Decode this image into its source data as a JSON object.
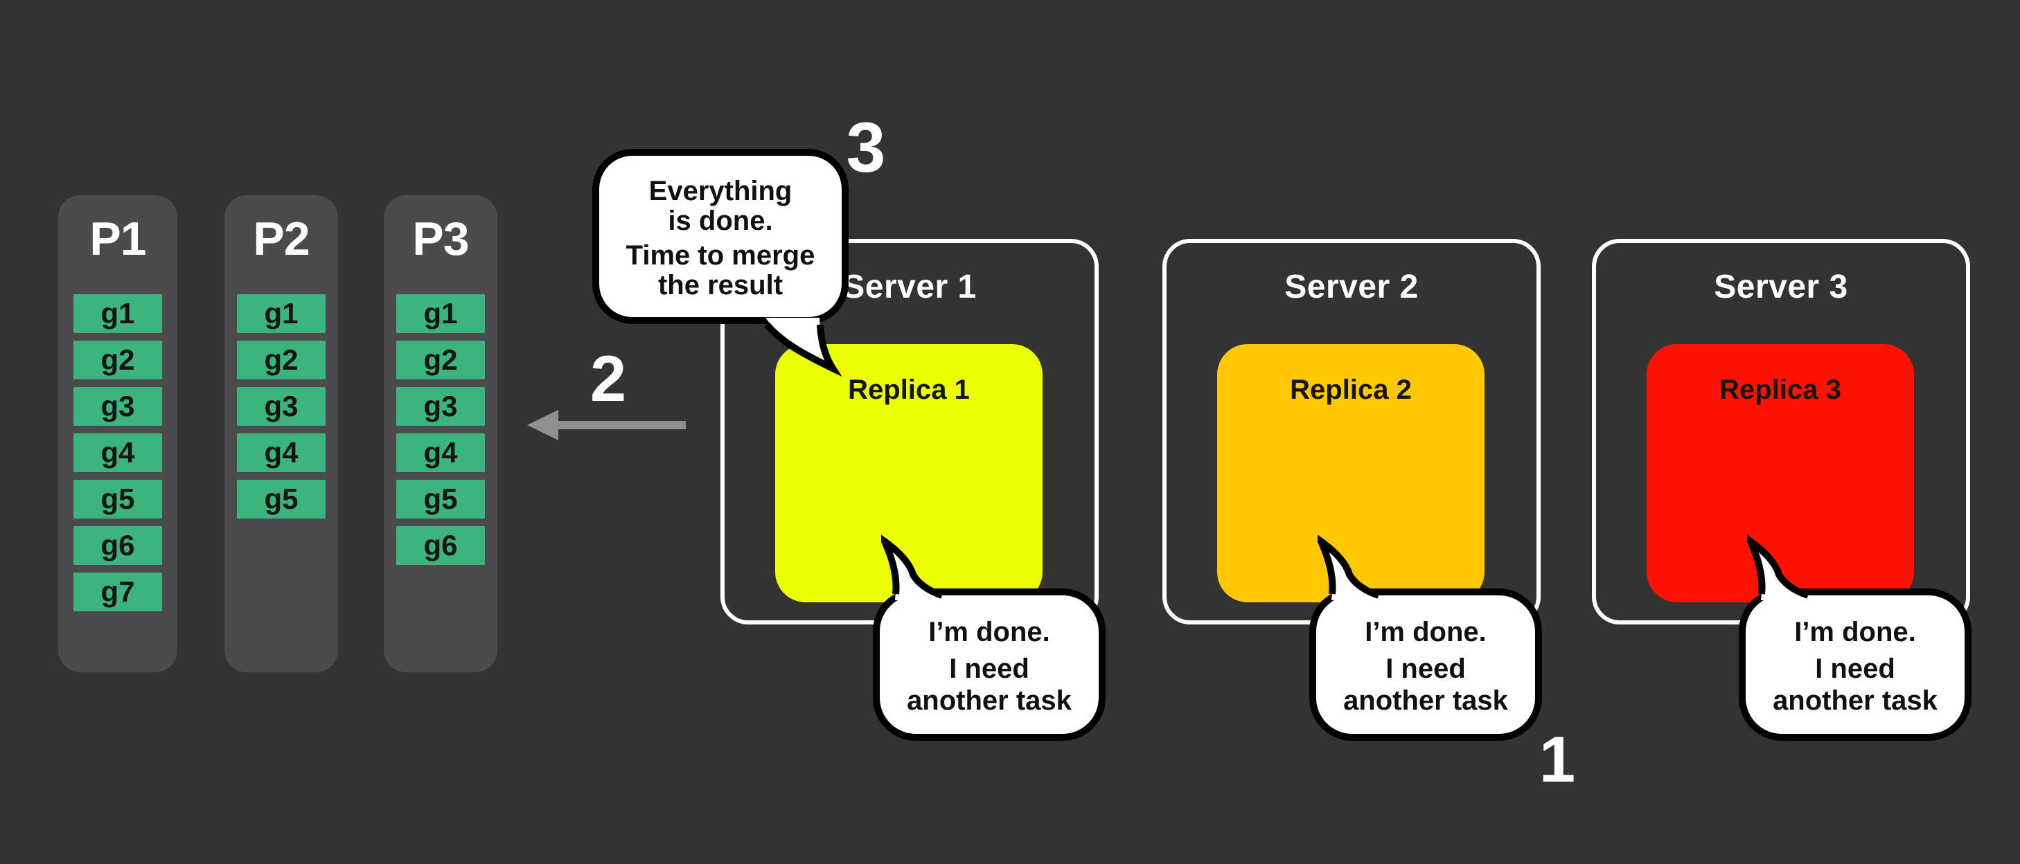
{
  "partitions": [
    {
      "label": "P1",
      "blocks": [
        "g1",
        "g2",
        "g3",
        "g4",
        "g5",
        "g6",
        "g7"
      ]
    },
    {
      "label": "P2",
      "blocks": [
        "g1",
        "g2",
        "g3",
        "g4",
        "g5"
      ]
    },
    {
      "label": "P3",
      "blocks": [
        "g1",
        "g2",
        "g3",
        "g4",
        "g5",
        "g6"
      ]
    }
  ],
  "servers": [
    {
      "label": "Server 1",
      "replica_label": "Replica 1",
      "replica_color": "#ECFF00",
      "bubble_lines": [
        "I’m done.",
        "I need",
        "another task"
      ]
    },
    {
      "label": "Server 2",
      "replica_label": "Replica 2",
      "replica_color": "#FFC800",
      "bubble_lines": [
        "I’m done.",
        "I need",
        "another task"
      ]
    },
    {
      "label": "Server 3",
      "replica_label": "Replica 3",
      "replica_color": "#FF1203",
      "bubble_lines": [
        "I’m done.",
        "I need",
        "another task"
      ]
    }
  ],
  "merge_bubble": {
    "lines": [
      "Everything",
      "is done.",
      "Time to merge",
      "the result"
    ]
  },
  "steps": {
    "one": "1",
    "two": "2",
    "three": "3"
  },
  "arrow": {
    "direction": "left"
  },
  "colors": {
    "background": "#333333",
    "partition_bg": "#4B4B4D",
    "block_green": "#3CB47E",
    "replica_yellow": "#ECFF00",
    "replica_orange": "#FFC800",
    "replica_red": "#FF1203",
    "arrow_gray": "#8F8F8F",
    "bubble_bg": "#FFFFFF",
    "bubble_border": "#000000",
    "text_white": "#FFFFFF",
    "text_black": "#141414"
  }
}
